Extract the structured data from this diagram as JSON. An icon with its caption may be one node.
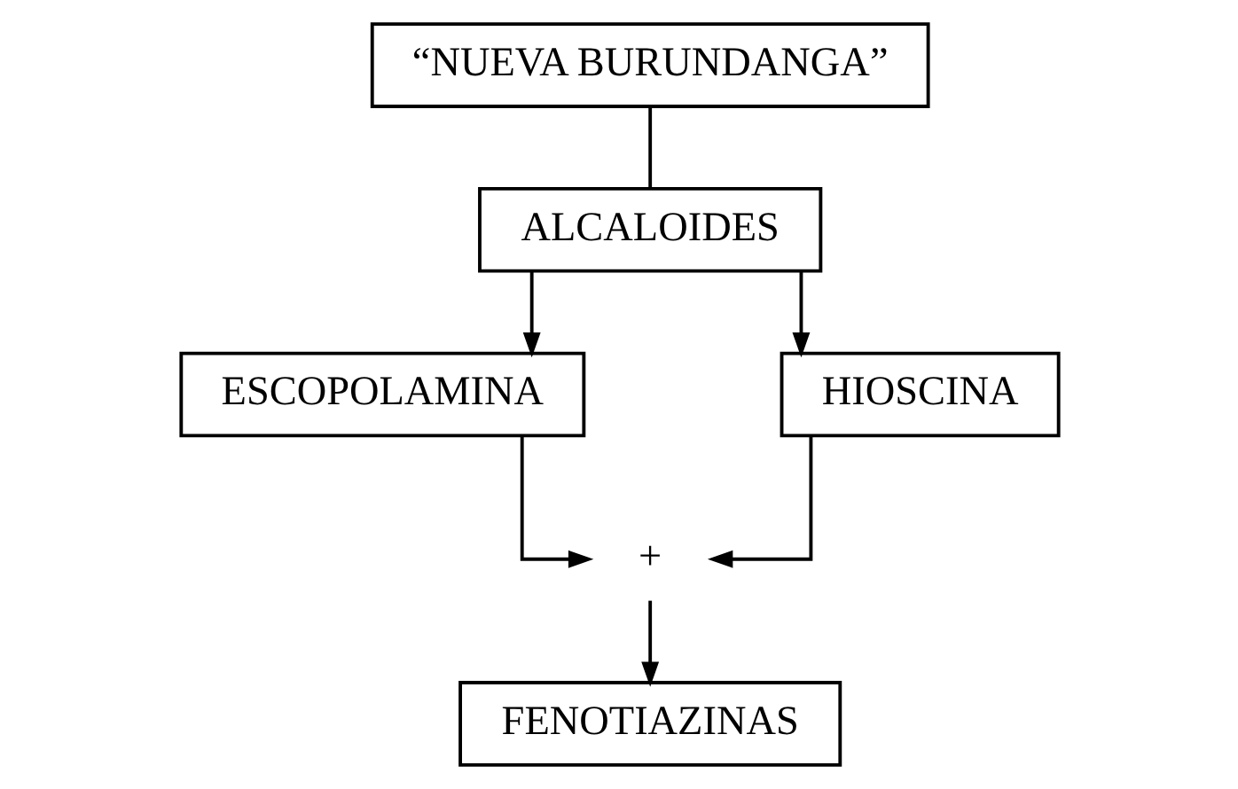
{
  "diagram": {
    "nodes": [
      {
        "text": [
          "“NUEVA BURUNDANGA”"
        ]
      },
      {
        "text": [
          "ALCALOIDES"
        ]
      },
      {
        "text": [
          "ESCOPOLAMINA"
        ]
      },
      {
        "text": [
          "HIOSCINA"
        ]
      },
      {
        "text": [
          "+"
        ]
      },
      {
        "text": [
          "FENOTIAZINAS"
        ]
      }
    ],
    "edges": [
      {
        "from": 0,
        "to": 1,
        "arrow": "none"
      },
      {
        "from": 1,
        "to": 2,
        "arrow": "to"
      },
      {
        "from": 1,
        "to": 3,
        "arrow": "to"
      },
      {
        "from": 2,
        "to": 4,
        "arrow": "to"
      },
      {
        "from": 3,
        "to": 4,
        "arrow": "to"
      },
      {
        "from": 4,
        "to": 5,
        "arrow": "to"
      }
    ]
  }
}
